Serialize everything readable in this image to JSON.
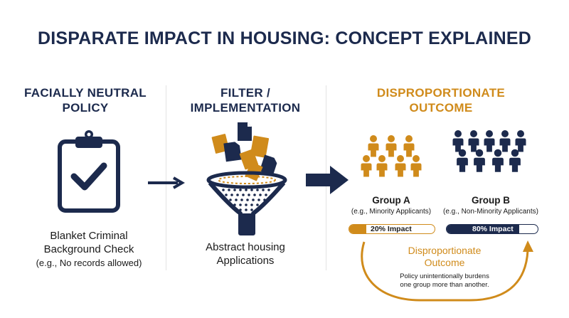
{
  "title": "DISPARATE IMPACT IN HOUSING: CONCEPT EXPLAINED",
  "colors": {
    "navy": "#1c2a4d",
    "gold": "#d08b1b"
  },
  "policy": {
    "heading_line1": "FACIALLY NEUTRAL",
    "heading_line2": "POLICY",
    "icon": "clipboard-check-icon",
    "label_line1": "Blanket Criminal",
    "label_line2": "Background Check",
    "sublabel": "(e.g., No records allowed)"
  },
  "filter": {
    "heading_line1": "FILTER /",
    "heading_line2": "IMPLEMENTATION",
    "icon": "funnel-documents-icon",
    "label_line1": "Abstract housing",
    "label_line2": "Applications"
  },
  "outcome": {
    "heading_line1": "DISPROPORTIONATE",
    "heading_line2": "OUTCOME",
    "groups": [
      {
        "name": "Group A",
        "sub": "(e.g., Minority Applicants)",
        "impact_label": "20% Impact",
        "impact": 0.2,
        "color": "#d08b1b",
        "icon": "people-group-icon"
      },
      {
        "name": "Group B",
        "sub": "(e.g., Non-Minority Applicants)",
        "impact_label": "80% Impact",
        "impact": 0.8,
        "color": "#1c2a4d",
        "icon": "people-group-icon"
      }
    ],
    "result_line1": "Disproportionate",
    "result_line2": "Outcome",
    "note_line1": "Policy unintentionally burdens",
    "note_line2": "one group more than another."
  }
}
